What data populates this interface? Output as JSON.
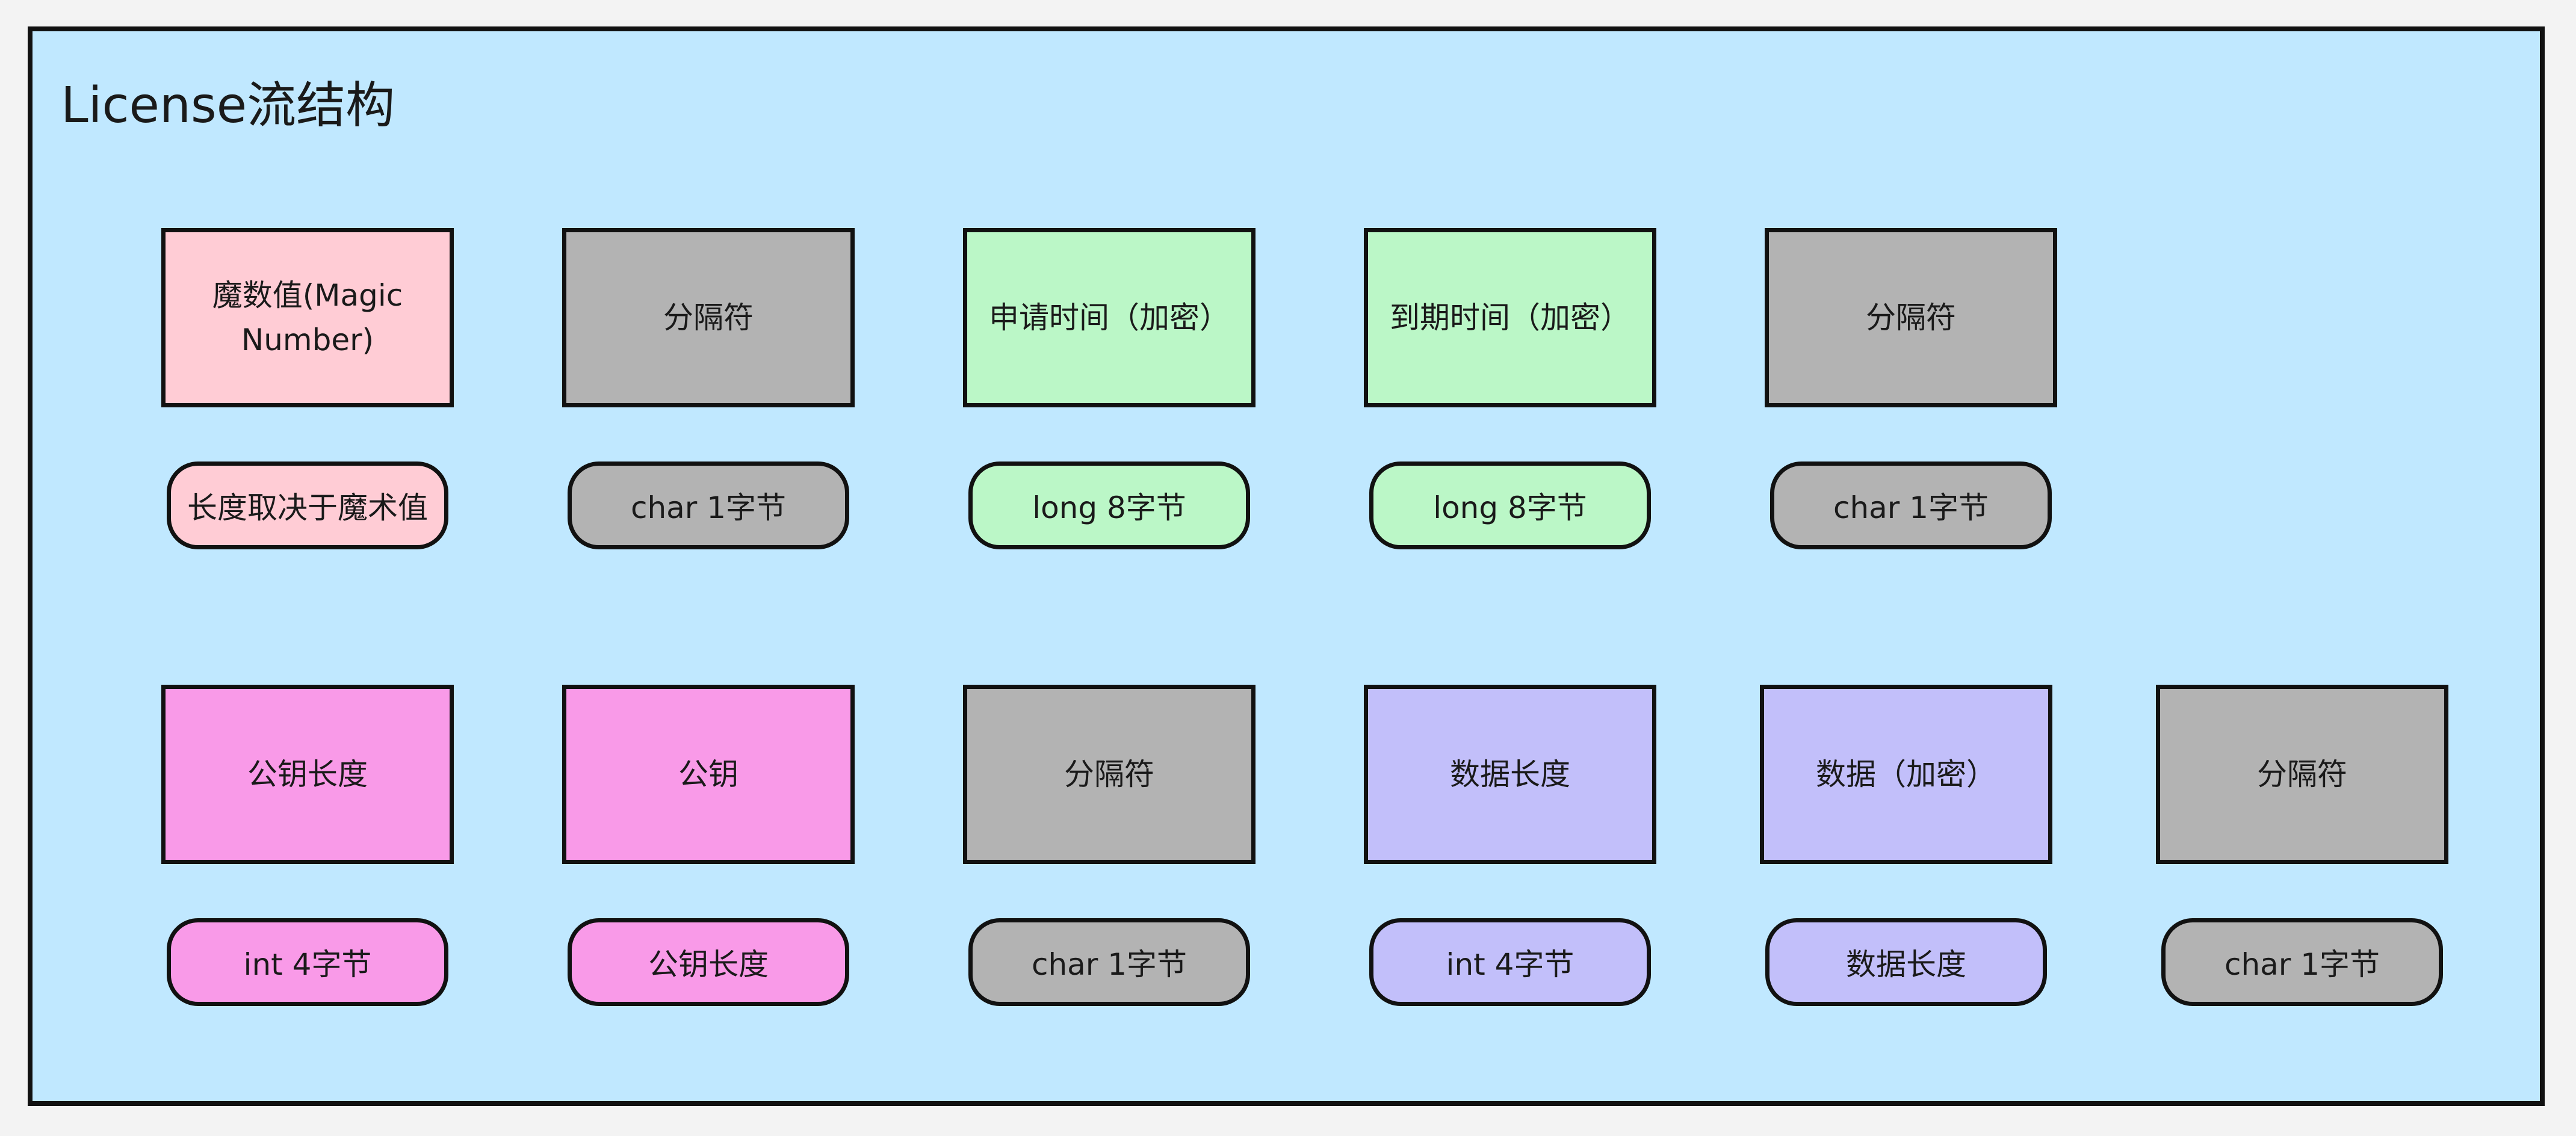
{
  "title": "License流结构",
  "colors": {
    "background": "#c0e8ff",
    "magic": "#ffccd5",
    "separator": "#b3b3b3",
    "time": "#bbf7c7",
    "pubkey": "#f99ae8",
    "data": "#c2bffa"
  },
  "row1": [
    {
      "field": "魔数值(Magic Number)",
      "size": "长度取决于魔术值",
      "color": "#ffccd5"
    },
    {
      "field": "分隔符",
      "size": "char 1字节",
      "color": "#b3b3b3"
    },
    {
      "field": "申请时间（加密）",
      "size": "long 8字节",
      "color": "#bbf7c7"
    },
    {
      "field": "到期时间（加密）",
      "size": "long 8字节",
      "color": "#bbf7c7"
    },
    {
      "field": "分隔符",
      "size": "char 1字节",
      "color": "#b3b3b3"
    }
  ],
  "row2": [
    {
      "field": "公钥长度",
      "size": "int 4字节",
      "color": "#f99ae8"
    },
    {
      "field": "公钥",
      "size": "公钥长度",
      "color": "#f99ae8"
    },
    {
      "field": "分隔符",
      "size": "char 1字节",
      "color": "#b3b3b3"
    },
    {
      "field": "数据长度",
      "size": "int 4字节",
      "color": "#c2bffa"
    },
    {
      "field": "数据（加密）",
      "size": "数据长度",
      "color": "#c2bffa"
    },
    {
      "field": "分隔符",
      "size": "char 1字节",
      "color": "#b3b3b3"
    }
  ]
}
